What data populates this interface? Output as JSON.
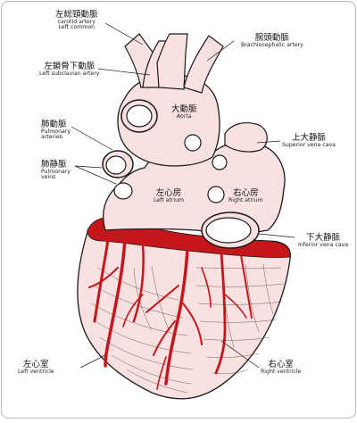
{
  "labels": {
    "left_common_carotid": {
      "jp": "左総頸動脈",
      "en1": "carotid artery",
      "en2": "Left common"
    },
    "brachiocephalic": {
      "jp": "腕頭動脈",
      "en1": "Brachiocephalic artery"
    },
    "left_subclavian": {
      "jp": "左鎖骨下動脈",
      "en1": "Left subclavian artery"
    },
    "aorta": {
      "jp": "大動脈",
      "en1": "Aorta"
    },
    "pulmonary_arteries": {
      "jp": "肺動脈",
      "en1": "Pulmonary",
      "en2": "arteries"
    },
    "pulmonary_veins": {
      "jp": "肺静脈",
      "en1": "Pulmonary",
      "en2": "veins"
    },
    "superior_vena_cava": {
      "jp": "上大静脈",
      "en1": "Superior vena cava"
    },
    "left_atrium": {
      "jp": "左心房",
      "en1": "Left atrium"
    },
    "right_atrium": {
      "jp": "右心房",
      "en1": "Right atrium"
    },
    "inferior_vena_cava": {
      "jp": "下大静脈",
      "en1": "Inferior vena cava"
    },
    "left_ventricle": {
      "jp": "左心室",
      "en1": "Left ventricle"
    },
    "right_ventricle": {
      "jp": "右心室",
      "en1": "Right ventricle"
    }
  },
  "colors": {
    "tissue": "#f9e1e1",
    "artery_red": "#c4161b",
    "outline": "#1a1a1a"
  }
}
